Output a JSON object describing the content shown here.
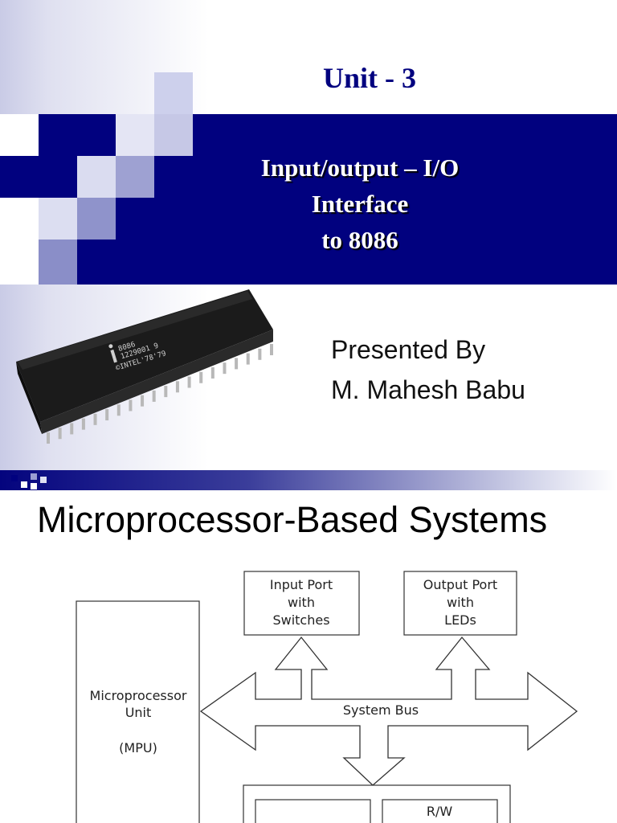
{
  "slide1": {
    "title": "Unit - 3",
    "subtitle_lines": [
      "Input/output – I/O",
      "Interface",
      "to 8086"
    ],
    "presenter_lines": [
      "Presented By",
      "M. Mahesh Babu"
    ],
    "chip_markings": [
      "8086",
      "1229001 9",
      "©INTEL'78'79"
    ],
    "colors": {
      "banner": "#01017f",
      "title": "#01017f",
      "subtitle": "#ffffff"
    }
  },
  "slide2": {
    "title": "Microprocessor-Based Systems",
    "diagram": {
      "mpu_lines": [
        "Microprocessor",
        "Unit",
        "(MPU)"
      ],
      "input_port_lines": [
        "Input Port",
        "with",
        "Switches"
      ],
      "output_port_lines": [
        "Output Port",
        "with",
        "LEDs"
      ],
      "bus_label": "System Bus",
      "memory_right_label": "R/W"
    }
  }
}
